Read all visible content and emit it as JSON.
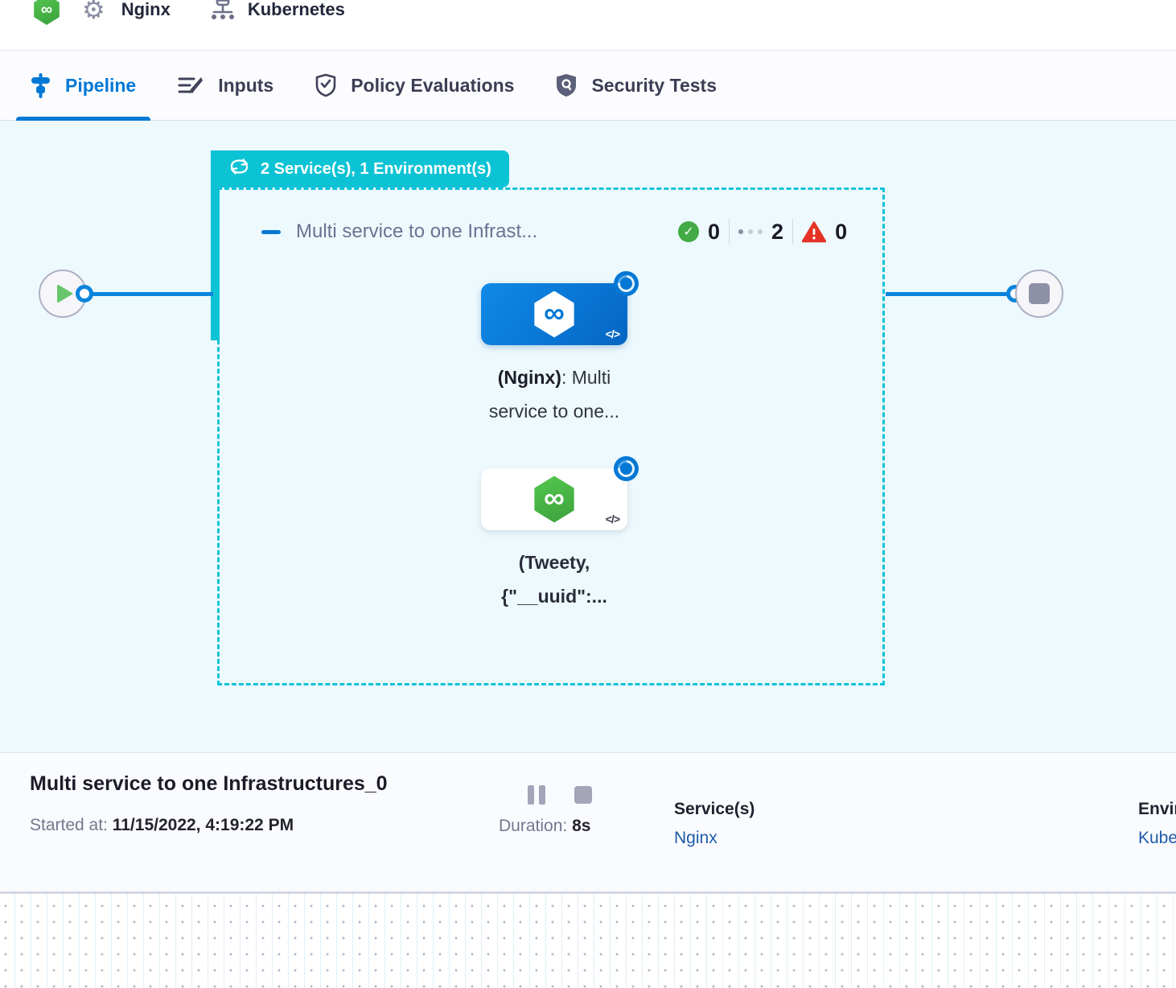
{
  "colors": {
    "accent_blue": "#0278d5",
    "teal": "#0bc3d4",
    "success_green": "#42ab45",
    "failed_red": "#e43326",
    "harness_green": "#4ab845",
    "link_blue": "#1e5ba8"
  },
  "icons": {
    "infinity": "∞",
    "gear": "⚙",
    "check": "✓",
    "code": "</>"
  },
  "breadcrumb": {
    "service_name": "Nginx",
    "environment_name": "Kubernetes"
  },
  "tabs": [
    {
      "label": "Pipeline",
      "active": true
    },
    {
      "label": "Inputs",
      "active": false
    },
    {
      "label": "Policy Evaluations",
      "active": false
    },
    {
      "label": "Security Tests",
      "active": false
    }
  ],
  "stage": {
    "badge_label": "2 Service(s), 1 Environment(s)",
    "title": "Multi service to one Infrast...",
    "counts": {
      "success": "0",
      "running": "2",
      "failed": "0"
    }
  },
  "nodes": [
    {
      "title_bold": "(Nginx)",
      "title_tail": ": Multi",
      "line2": "service to one..."
    },
    {
      "line1": "(Tweety,",
      "line2": "{\"__uuid\":..."
    }
  ],
  "footer": {
    "title": "Multi service to one Infrastructures_0",
    "started_label": "Started at:",
    "started_value": "11/15/2022, 4:19:22 PM",
    "duration_label": "Duration:",
    "duration_value": "8s",
    "services_label": "Service(s)",
    "services_value": "Nginx",
    "environments_label": "Environment(s)",
    "environments_value": "Kubernetes"
  }
}
